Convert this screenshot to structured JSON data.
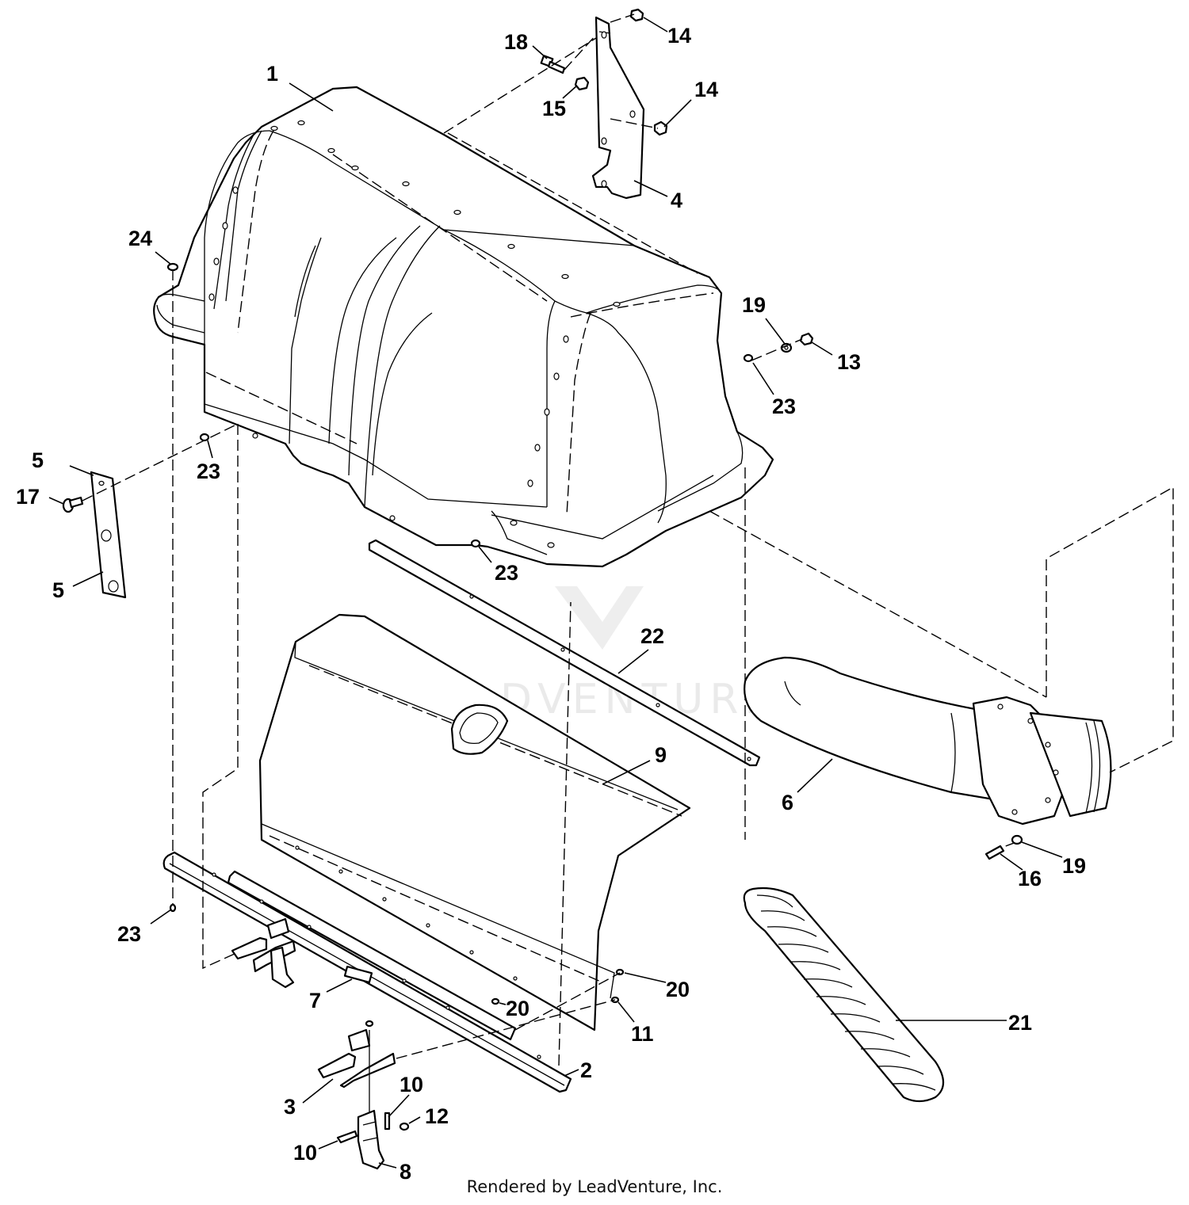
{
  "diagram": {
    "watermark": "LEADVENTURE",
    "footer": "Rendered by LeadVenture, Inc.",
    "callouts": [
      {
        "id": "c1",
        "label": "1"
      },
      {
        "id": "c14a",
        "label": "14"
      },
      {
        "id": "c18",
        "label": "18"
      },
      {
        "id": "c15",
        "label": "15"
      },
      {
        "id": "c14b",
        "label": "14"
      },
      {
        "id": "c4",
        "label": "4"
      },
      {
        "id": "c24",
        "label": "24"
      },
      {
        "id": "c19a",
        "label": "19"
      },
      {
        "id": "c13",
        "label": "13"
      },
      {
        "id": "c23a",
        "label": "23"
      },
      {
        "id": "c23b",
        "label": "23"
      },
      {
        "id": "c5a",
        "label": "5"
      },
      {
        "id": "c17",
        "label": "17"
      },
      {
        "id": "c5b",
        "label": "5"
      },
      {
        "id": "c23c",
        "label": "23"
      },
      {
        "id": "c22",
        "label": "22"
      },
      {
        "id": "c9",
        "label": "9"
      },
      {
        "id": "c6",
        "label": "6"
      },
      {
        "id": "c19b",
        "label": "19"
      },
      {
        "id": "c16",
        "label": "16"
      },
      {
        "id": "c23d",
        "label": "23"
      },
      {
        "id": "c20a",
        "label": "20"
      },
      {
        "id": "c7",
        "label": "7"
      },
      {
        "id": "c20b",
        "label": "20"
      },
      {
        "id": "c11",
        "label": "11"
      },
      {
        "id": "c21",
        "label": "21"
      },
      {
        "id": "c2",
        "label": "2"
      },
      {
        "id": "c10a",
        "label": "10"
      },
      {
        "id": "c12",
        "label": "12"
      },
      {
        "id": "c3",
        "label": "3"
      },
      {
        "id": "c10b",
        "label": "10"
      },
      {
        "id": "c8",
        "label": "8"
      }
    ]
  }
}
